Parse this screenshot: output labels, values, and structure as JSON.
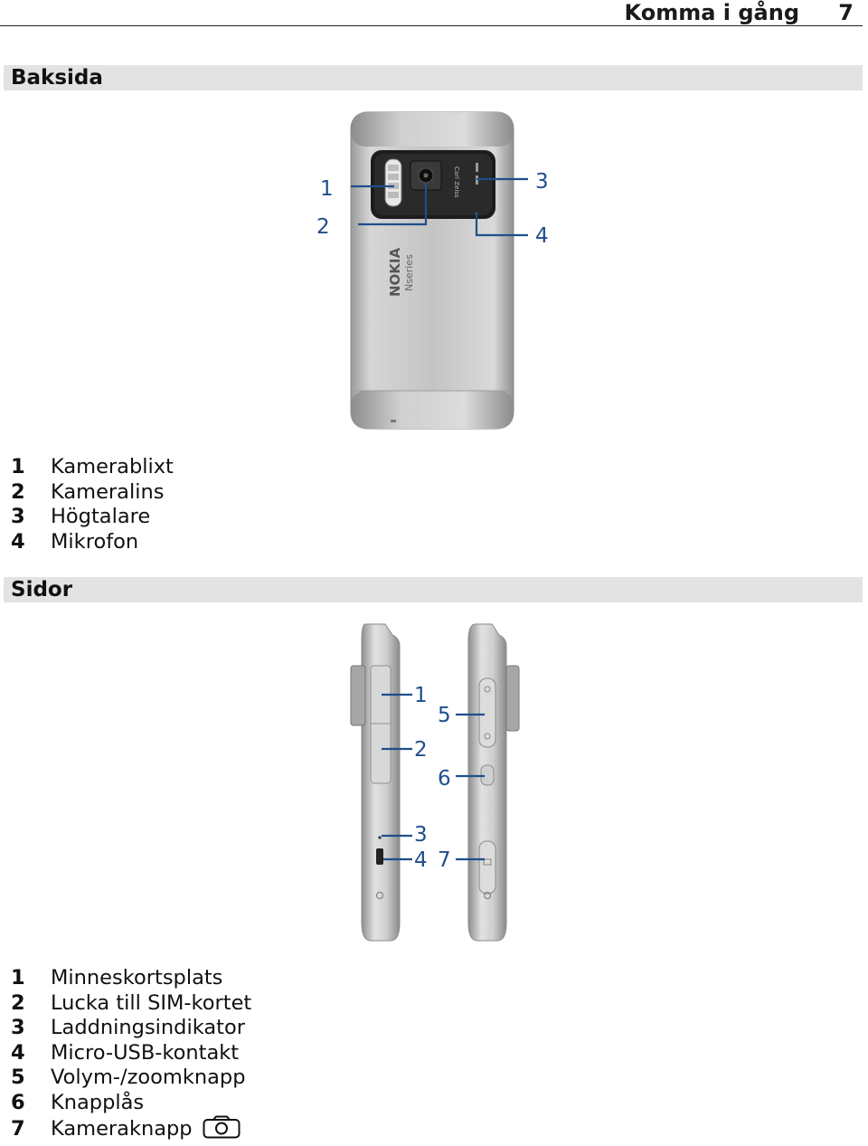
{
  "header": {
    "chapter": "Komma i gång",
    "page": "7"
  },
  "sections": {
    "back": {
      "title": "Baksida",
      "callouts": [
        "1",
        "2",
        "3",
        "4"
      ],
      "device_brand": "NOKIA",
      "device_model": "Nseries",
      "lens_text": "Carl Zeiss",
      "items": [
        {
          "num": "1",
          "label": "Kamerablixt"
        },
        {
          "num": "2",
          "label": "Kameralins"
        },
        {
          "num": "3",
          "label": "Högtalare"
        },
        {
          "num": "4",
          "label": "Mikrofon"
        }
      ]
    },
    "sides": {
      "title": "Sidor",
      "callouts": [
        "1",
        "2",
        "3",
        "4",
        "5",
        "6",
        "7"
      ],
      "items": [
        {
          "num": "1",
          "label": "Minneskortsplats"
        },
        {
          "num": "2",
          "label": "Lucka till SIM-kortet"
        },
        {
          "num": "3",
          "label": "Laddningsindikator"
        },
        {
          "num": "4",
          "label": "Micro-USB-kontakt"
        },
        {
          "num": "5",
          "label": "Volym-/zoomknapp"
        },
        {
          "num": "6",
          "label": "Knapplås"
        },
        {
          "num": "7",
          "label": "Kameraknapp"
        }
      ]
    }
  },
  "icons": {
    "camera_key": "camera-icon"
  },
  "colors": {
    "callout": "#1f4e8c",
    "section_bar": "#e3e3e3"
  }
}
